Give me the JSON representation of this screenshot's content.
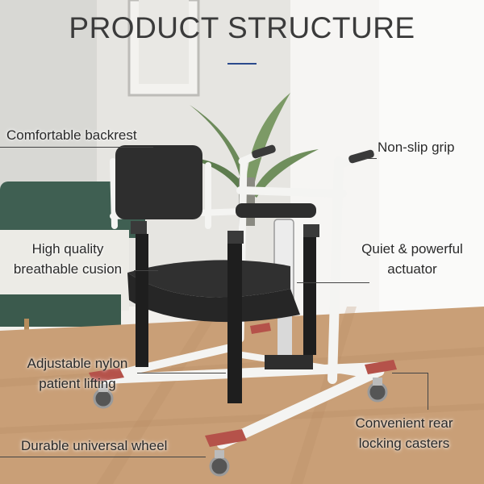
{
  "title": "PRODUCT STRUCTURE",
  "labels": {
    "backrest": "Comfortable backrest",
    "grip": "Non-slip grip",
    "cushion_line1": "High quality",
    "cushion_line2": "breathable cusion",
    "actuator_line1": "Quiet & powerful",
    "actuator_line2": "actuator",
    "strap_line1": "Adjustable nylon",
    "strap_line2": "patient lifting",
    "wheel": "Durable universal wheel",
    "casters_line1": "Convenient rear",
    "casters_line2": "locking casters"
  },
  "colors": {
    "frame": "#f4f4f2",
    "seat": "#2b2b2b",
    "floor": "#c79f78",
    "wall": "#e4e3df",
    "sofa": "#3f5f52",
    "pedal": "#b5524a",
    "accent": "#2b4a8c"
  }
}
